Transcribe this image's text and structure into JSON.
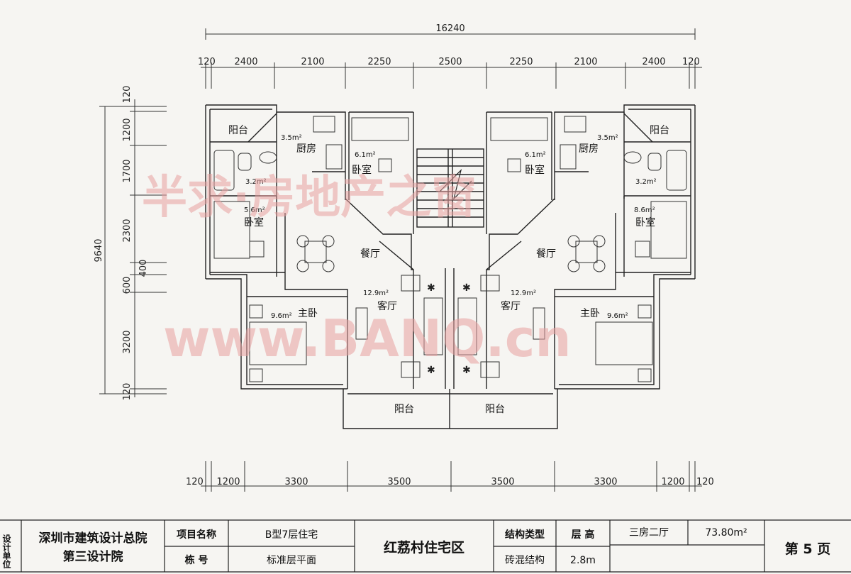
{
  "dimensions": {
    "top_total": "16240",
    "top_segments": [
      "120",
      "2400",
      "2100",
      "2250",
      "2500",
      "2250",
      "2100",
      "2400",
      "120"
    ],
    "bottom_segments": [
      "120",
      "1200",
      "3300",
      "3500",
      "3500",
      "3300",
      "1200",
      "120"
    ],
    "left_total": "9640",
    "left_segments": [
      "120",
      "1200",
      "1700",
      "2300",
      "400",
      "600",
      "3200",
      "120"
    ]
  },
  "rooms": {
    "balcony_top_left": "阳台",
    "balcony_top_right": "阳台",
    "kitchen_left": "厨房",
    "kitchen_left_area": "3.5m²",
    "kitchen_right": "厨房",
    "kitchen_right_area": "3.5m²",
    "bed_small_left": "卧室",
    "bed_small_left_area": "6.1m²",
    "bed_small_right": "卧室",
    "bed_small_right_area": "6.1m²",
    "bath_left_area": "3.2m²",
    "bath_right_area": "3.2m²",
    "bed_side_left": "卧室",
    "bed_side_left_area": "5.6m²",
    "bed_side_right": "卧室",
    "bed_side_right_area": "8.6m²",
    "dining_left": "餐厅",
    "dining_right": "餐厅",
    "living_left": "客厅",
    "living_left_area": "12.9m²",
    "living_right": "客厅",
    "living_right_area": "12.9m²",
    "master_left": "主卧",
    "master_left_area": "9.6m²",
    "master_right": "主卧",
    "master_right_area": "9.6m²",
    "balcony_bottom_left": "阳台",
    "balcony_bottom_right": "阳台"
  },
  "watermark": {
    "line1": "半求·房地产之窗",
    "line2": "www.BANQ.cn"
  },
  "title_block": {
    "side_label": "设计单位",
    "institute_line1": "深圳市建筑设计总院",
    "institute_line2": "第三设计院",
    "project_name_label": "项目名称",
    "project_name_value": "B型7层住宅",
    "building_no_label": "栋      号",
    "building_no_value": "标准层平面",
    "project_title": "红荔村住宅区",
    "structure_label": "结构类型",
    "structure_value": "砖混结构",
    "floor_height_label": "层  高",
    "floor_height_value": "2.8m",
    "unit_type": "三房二厅",
    "unit_area": "73.80m²",
    "page": "第 5 页"
  }
}
